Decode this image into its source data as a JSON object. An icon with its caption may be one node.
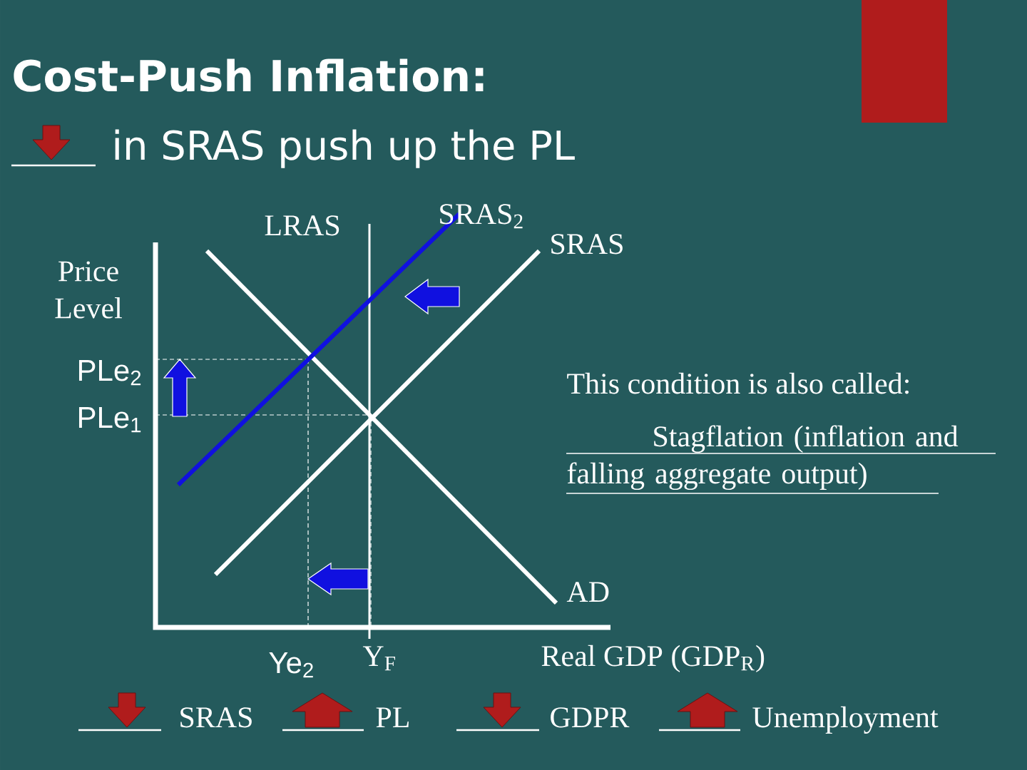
{
  "diagram": {
    "title": "Cost-Push Inflation:",
    "labels": [
      "in SRAS push up the PL",
      "Price Level",
      "LRAS",
      "SRAS$_{2}$",
      "SRAS",
      "PLe$_{2}$",
      "PLe$_{1}$",
      "This condition is also called:",
      "Stagflation (inflation and falling aggregate output)",
      "AD",
      "Ye$_{2}$",
      "Y$_{F}$",
      "Real GDP (GDP$_{R}$)",
      "SRAS",
      "PL",
      "GDPR",
      "Unemployment"
    ]
  }
}
